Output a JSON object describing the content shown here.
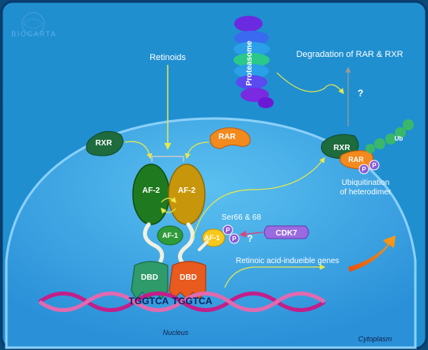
{
  "watermark": "BIOCARTA",
  "labels": {
    "retinoids": "Retinoids",
    "proteasome": "Proteasome",
    "degradation": "Degradation of RAR & RXR",
    "question_top": "?",
    "question_mid": "?",
    "rxr_free": "RXR",
    "rar_free": "RAR",
    "af2_left": "AF-2",
    "af2_right": "AF-2",
    "af1_left": "AF-1",
    "af1_right": "AF-1",
    "dbd_left": "DBD",
    "dbd_right": "DBD",
    "p_left": "P",
    "p_right": "P",
    "p_rxr_1": "P",
    "p_rxr_2": "P",
    "ser": "Ser66 & 68",
    "cdk7": "CDK7",
    "rxr_complex": "RXR",
    "rar_complex": "RAR",
    "ub": "Ub",
    "ubiquitination_1": "Ubiquitination",
    "ubiquitination_2": "of heterodimer",
    "genes": "Retinoic acid-indueible genes",
    "dna_seq_left": "TGGTCA",
    "dna_seq_right": "TGGTCA",
    "nucleus": "Nucleus",
    "cytoplasm": "Cytoplasm"
  },
  "colors": {
    "background": "#0a4a7a",
    "cell": "#1f8fd0",
    "nucleus": "#3aa8e8",
    "rxr_green": "#1e6b3e",
    "af2_green": "#1f7a1f",
    "af2_gold": "#c8960a",
    "rar_orange": "#f28a1e",
    "dbd_green": "#2f9a6a",
    "dbd_orange": "#e85a1e",
    "phospho": "#8a5ad6",
    "cdk7": "#9a6ae0",
    "dna_magenta": "#c21f8a",
    "arrow_yellow": "#e8e84a",
    "proteasome_purple": "#5a2ad6"
  }
}
